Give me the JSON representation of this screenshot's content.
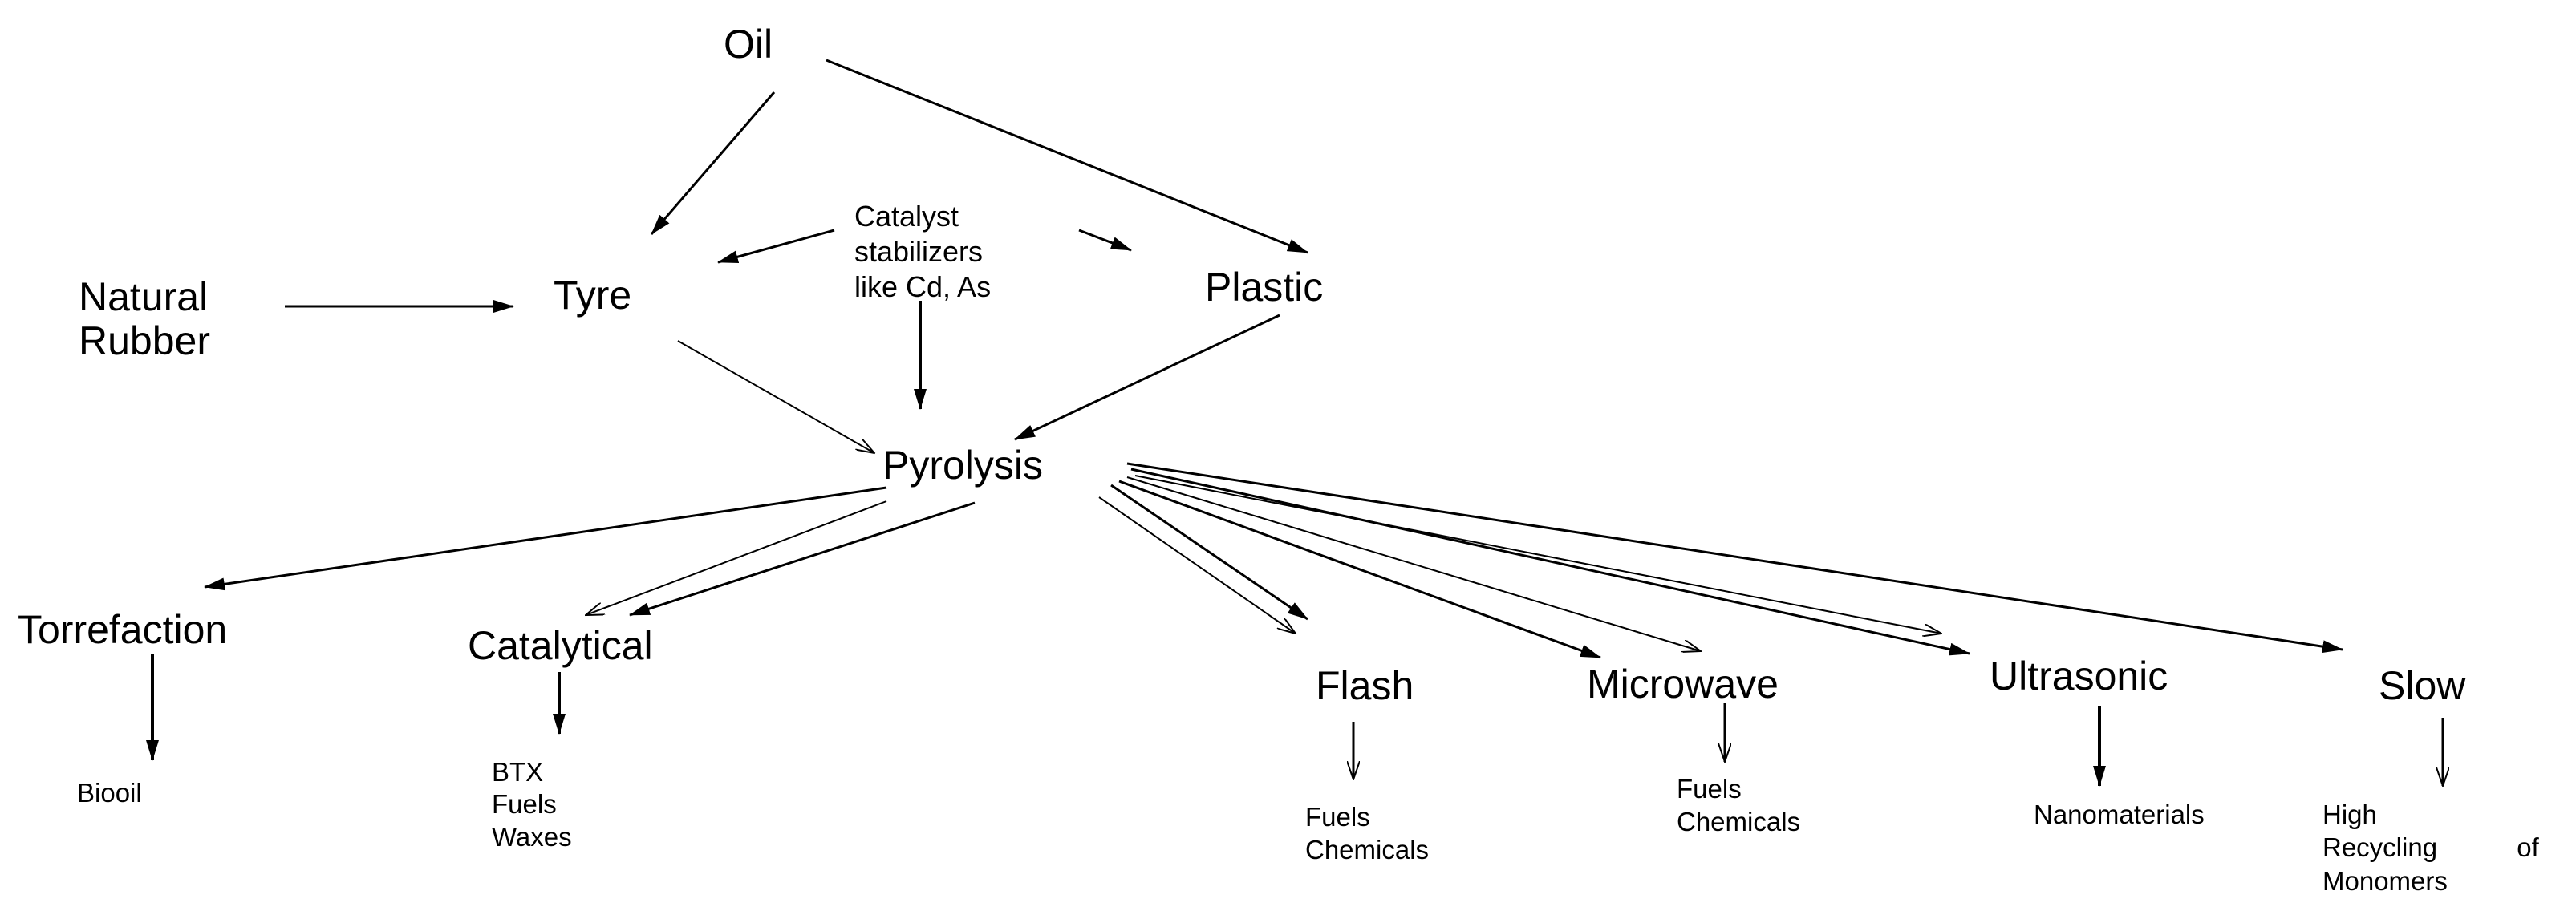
{
  "nodes": {
    "oil": "Oil",
    "natural_rubber": [
      "Natural",
      "Rubber"
    ],
    "tyre": "Tyre",
    "catalyst": [
      "Catalyst",
      "stabilizers",
      "like Cd, As"
    ],
    "plastic": "Plastic",
    "pyrolysis": "Pyrolysis",
    "torrefaction": "Torrefaction",
    "catalytical": "Catalytical",
    "flash": "Flash",
    "microwave": "Microwave",
    "ultrasonic": "Ultrasonic",
    "slow": "Slow"
  },
  "products": {
    "torrefaction": [
      "Biooil"
    ],
    "catalytical": [
      "BTX",
      "Fuels",
      "Waxes"
    ],
    "flash": [
      "Fuels",
      "Chemicals"
    ],
    "microwave": [
      "Fuels",
      "Chemicals"
    ],
    "ultrasonic": [
      "Nanomaterials"
    ],
    "slow": [
      "High",
      "Recycling of",
      "Monomers"
    ]
  },
  "edges": [
    [
      "oil",
      "tyre"
    ],
    [
      "oil",
      "plastic"
    ],
    [
      "natural_rubber",
      "tyre"
    ],
    [
      "catalyst",
      "tyre"
    ],
    [
      "catalyst",
      "plastic"
    ],
    [
      "catalyst",
      "pyrolysis"
    ],
    [
      "tyre",
      "pyrolysis"
    ],
    [
      "plastic",
      "pyrolysis"
    ],
    [
      "pyrolysis",
      "torrefaction"
    ],
    [
      "pyrolysis",
      "catalytical"
    ],
    [
      "pyrolysis",
      "flash"
    ],
    [
      "pyrolysis",
      "microwave"
    ],
    [
      "pyrolysis",
      "ultrasonic"
    ],
    [
      "pyrolysis",
      "slow"
    ],
    [
      "torrefaction",
      "products"
    ],
    [
      "catalytical",
      "products"
    ],
    [
      "flash",
      "products"
    ],
    [
      "microwave",
      "products"
    ],
    [
      "ultrasonic",
      "products"
    ],
    [
      "slow",
      "products"
    ]
  ]
}
